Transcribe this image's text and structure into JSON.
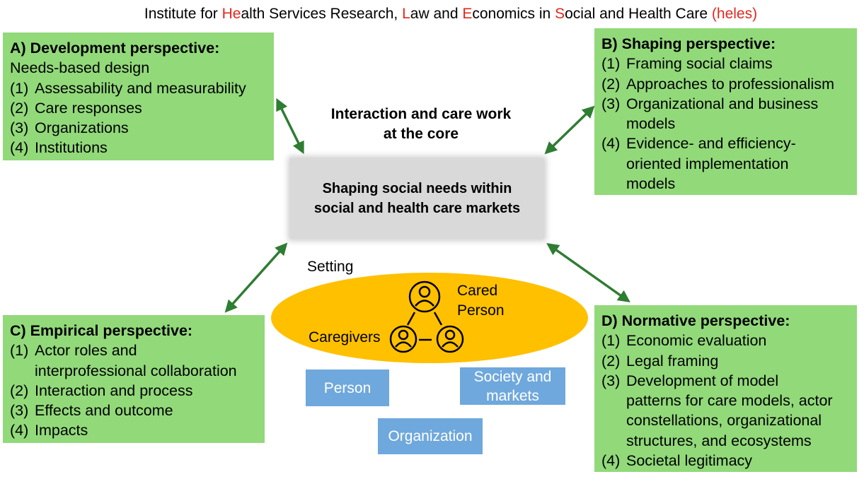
{
  "header": {
    "parts": [
      {
        "text": "Institute for ",
        "red": false
      },
      {
        "text": "He",
        "red": true
      },
      {
        "text": "alth Services Research, ",
        "red": false
      },
      {
        "text": "L",
        "red": true
      },
      {
        "text": "aw and ",
        "red": false
      },
      {
        "text": "E",
        "red": true
      },
      {
        "text": "conomics in ",
        "red": false
      },
      {
        "text": "S",
        "red": true
      },
      {
        "text": "ocial and Health Care ",
        "red": false
      },
      {
        "text": "(heles)",
        "red": true
      }
    ]
  },
  "perspectives": {
    "a": {
      "heading": "A) Development perspective:",
      "subheading": "Needs-based design",
      "items": [
        {
          "num": "(1)",
          "lines": [
            "Assessability and measurability"
          ]
        },
        {
          "num": "(2)",
          "lines": [
            "Care responses"
          ]
        },
        {
          "num": "(3)",
          "lines": [
            "Organizations"
          ]
        },
        {
          "num": "(4)",
          "lines": [
            "Institutions"
          ]
        }
      ]
    },
    "b": {
      "heading": "B) Shaping perspective:",
      "items": [
        {
          "num": "(1)",
          "lines": [
            "Framing social claims"
          ]
        },
        {
          "num": "(2)",
          "lines": [
            "Approaches to professionalism"
          ]
        },
        {
          "num": "(3)",
          "lines": [
            "Organizational and business",
            "models"
          ]
        },
        {
          "num": "(4)",
          "lines": [
            "Evidence- and efficiency-",
            "oriented implementation",
            "models"
          ]
        }
      ]
    },
    "c": {
      "heading": "C) Empirical perspective:",
      "items": [
        {
          "num": "(1)",
          "lines": [
            "Actor roles and",
            "interprofessional collaboration"
          ]
        },
        {
          "num": "(2)",
          "lines": [
            "Interaction and process"
          ]
        },
        {
          "num": "(3)",
          "lines": [
            "Effects and outcome"
          ]
        },
        {
          "num": "(4)",
          "lines": [
            "Impacts"
          ]
        }
      ]
    },
    "d": {
      "heading": "D) Normative perspective:",
      "items": [
        {
          "num": "(1)",
          "lines": [
            "Economic evaluation"
          ]
        },
        {
          "num": "(2)",
          "lines": [
            "Legal framing"
          ]
        },
        {
          "num": "(3)",
          "lines": [
            "Development of model",
            "patterns for care models, actor",
            "constellations, organizational",
            "structures, and ecosystems"
          ]
        },
        {
          "num": "(4)",
          "lines": [
            "Societal legitimacy"
          ]
        }
      ]
    }
  },
  "core": {
    "label_lines": [
      "Interaction and care work",
      "at the core"
    ],
    "box_lines": [
      "Shaping social needs within",
      "social and health care markets"
    ]
  },
  "setting": {
    "label": "Setting",
    "cared_person_lines": [
      "Cared",
      "Person"
    ],
    "caregivers": "Caregivers"
  },
  "levels": {
    "person": "Person",
    "society_lines": [
      "Society and",
      "markets"
    ],
    "organization": "Organization"
  },
  "colors": {
    "box_green": "#92d97a",
    "arrow_green": "#2e7d32",
    "ellipse_yellow": "#ffc000",
    "level_blue": "#6fa8dc",
    "core_gray": "#d9d9d9",
    "title_red": "#e0281e"
  },
  "icons": [
    "person-circle-icon",
    "double-arrow-icon"
  ]
}
